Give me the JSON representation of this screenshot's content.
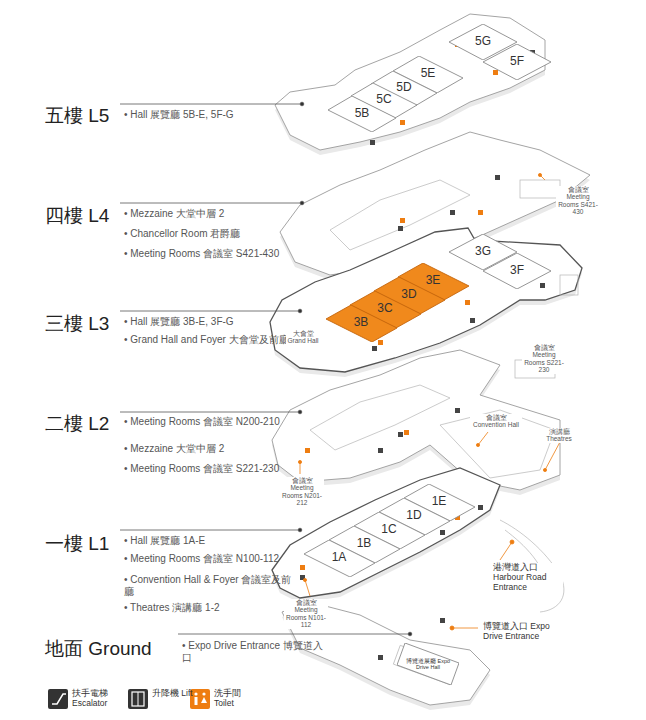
{
  "diagram": {
    "nodes": [
      {
        "text": [
          "5G"
        ]
      },
      {
        "text": [
          "5F"
        ]
      },
      {
        "text": [
          "5E"
        ]
      },
      {
        "text": [
          "5D"
        ]
      },
      {
        "text": [
          "5C"
        ]
      },
      {
        "text": [
          "5B"
        ]
      },
      {
        "text": [
          "3G"
        ]
      },
      {
        "text": [
          "3F"
        ]
      },
      {
        "text": [
          "3E"
        ]
      },
      {
        "text": [
          "3D"
        ]
      },
      {
        "text": [
          "3C"
        ]
      },
      {
        "text": [
          "3B"
        ]
      },
      {
        "text": [
          "1E"
        ]
      },
      {
        "text": [
          "1D"
        ]
      },
      {
        "text": [
          "1C"
        ]
      },
      {
        "text": [
          "1B"
        ]
      },
      {
        "text": [
          "1A"
        ]
      },
      {
        "text": [
          "博覽道展廳 Expo Drive Hall"
        ]
      }
    ],
    "labels": [
      "五樓 L5",
      "• Hall 展覽廳 5B-E, 5F-G",
      "四樓 L4",
      "• Mezzaine 大堂中層 2",
      "• Chancellor Room 君爵廳",
      "• Meeting Rooms 會議室 S421-430",
      "三樓 L3",
      "• Hall 展覽廳 3B-E, 3F-G",
      "• Grand Hall and Foyer 大會堂及前廳",
      "二樓 L2",
      "• Meeting Rooms 會議室 N200-210",
      "• Mezzaine 大堂中層 2",
      "• Meeting Rooms 會議室 S221-230",
      "一樓 L1",
      "• Hall 展覽廳 1A-E",
      "• Meeting Rooms 會議室 N100-112",
      "• Convention Hall & Foyer 會議室及前廳",
      "• Theatres 演講廳 1-2",
      "地面 Ground",
      "• Expo Drive Entrance 博覽道入口",
      "大會堂 Grand Hall",
      "會議室 Meeting Rooms S421-430",
      "會議室 Meeting Rooms S221-230",
      "會議室 Convention Hall",
      "演講廳 Theatres",
      "會議室 Meeting Rooms N201-212",
      "會議室 Meeting Rooms N101-112",
      "港灣道入口 Harbour Road Entrance",
      "博覽道入口 Expo Drive Entrance"
    ],
    "legend": [
      {
        "text": "扶手電梯 Escalator"
      },
      {
        "text": "升降機 Lift"
      },
      {
        "text": "洗手間 Toilet"
      }
    ]
  }
}
